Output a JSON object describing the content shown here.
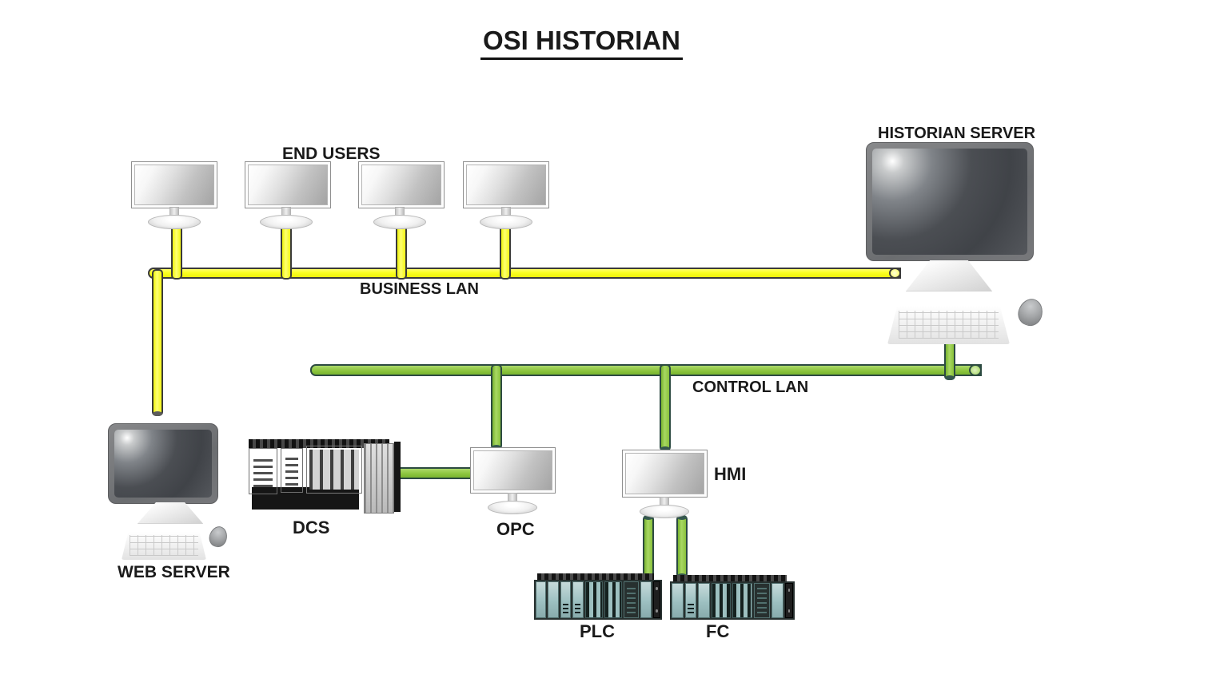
{
  "title": "OSI HISTORIAN",
  "labels": {
    "end_users": "END USERS",
    "business_lan": "BUSINESS LAN",
    "control_lan": "CONTROL LAN",
    "historian_server": "HISTORIAN SERVER",
    "web_server": "WEB SERVER",
    "dcs": "DCS",
    "opc": "OPC",
    "hmi": "HMI",
    "plc": "PLC",
    "fc": "FC"
  },
  "colors": {
    "business_lan_pipe": "#F8FB1F",
    "control_lan_pipe": "#8DC63F",
    "yellow_pipe_border": "#3A3A3A",
    "green_pipe_border": "#2C4A41",
    "label_text": "#1A1A1A",
    "background": "#FFFFFF"
  },
  "diagram": {
    "type": "network-topology",
    "end_user_workstation_count": 4,
    "networks": [
      {
        "name": "BUSINESS LAN",
        "pipe_color": "#F8FB1F",
        "members": [
          "END USERS workstation 1",
          "END USERS workstation 2",
          "END USERS workstation 3",
          "END USERS workstation 4",
          "WEB SERVER",
          "HISTORIAN SERVER"
        ]
      },
      {
        "name": "CONTROL LAN",
        "pipe_color": "#8DC63F",
        "members": [
          "HISTORIAN SERVER",
          "OPC",
          "HMI"
        ]
      }
    ],
    "links": [
      {
        "from": "DCS",
        "to": "OPC"
      },
      {
        "from": "HMI",
        "to": "PLC"
      },
      {
        "from": "HMI",
        "to": "FC"
      }
    ]
  }
}
